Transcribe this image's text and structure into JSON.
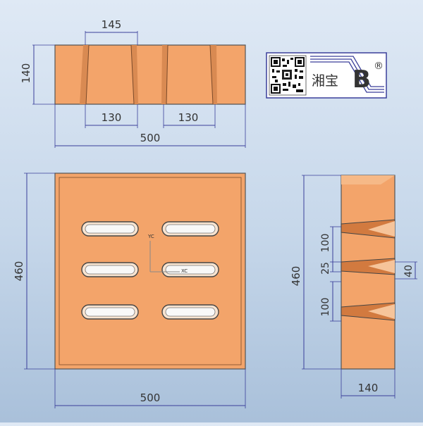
{
  "colors": {
    "background": "#c6d7ea",
    "brick": "#f3a46a",
    "dimension": "#3a3f9a",
    "logo_border": "#3a3f9a"
  },
  "logo": {
    "brand_chinese": "湘宝",
    "brand_letter": "B",
    "registered_mark": "®",
    "qr_icon": "qr-code-icon"
  },
  "front_view": {
    "dims": {
      "overall_width": "500",
      "height": "140",
      "top_spacing": "145",
      "left_groove": "130",
      "right_groove": "130"
    }
  },
  "top_view": {
    "dims": {
      "width": "500",
      "height": "460"
    },
    "axis_labels": {
      "yc": "YC",
      "xc": "XC"
    }
  },
  "side_view": {
    "dims": {
      "height": "460",
      "width": "140",
      "upper_gap": "100",
      "middle_gap": "25",
      "lower_gap": "100",
      "slot_depth": "40"
    }
  }
}
